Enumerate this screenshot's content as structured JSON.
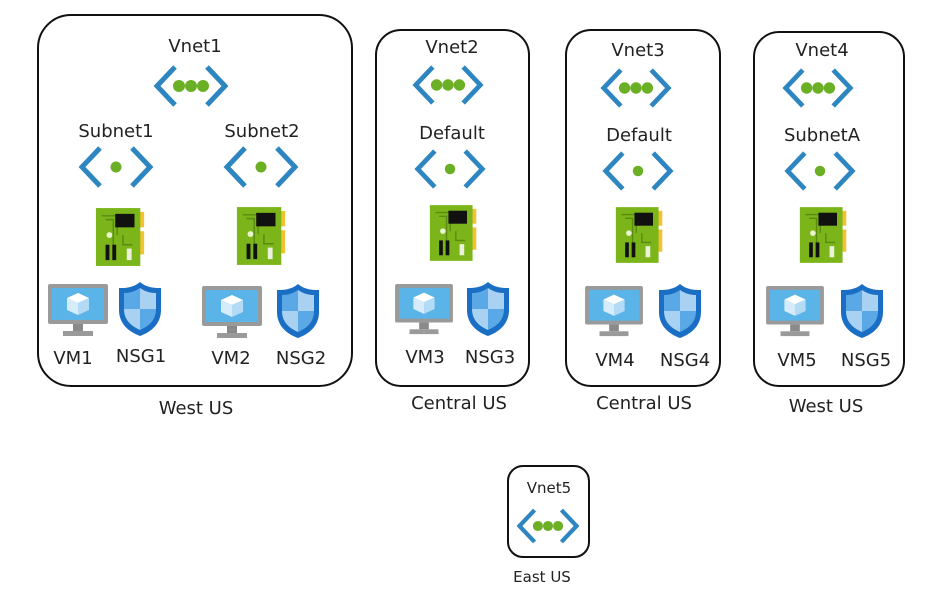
{
  "colors": {
    "bracket": "#2e86c1",
    "dot": "#6bb024",
    "nic_green": "#7bb51a",
    "nic_dark": "#5a8a10",
    "nic_gold": "#f2c230",
    "vm_screen": "#5ab4e8",
    "vm_frame": "#9a9a9a",
    "shield_dark": "#1a6fc4",
    "shield_light": "#a9d2f2"
  },
  "vnets": [
    {
      "name": "Vnet1",
      "region": "West US",
      "subnets": [
        {
          "name": "Subnet1",
          "vm": "VM1",
          "nsg": "NSG1"
        },
        {
          "name": "Subnet2",
          "vm": "VM2",
          "nsg": "NSG2"
        }
      ]
    },
    {
      "name": "Vnet2",
      "region": "Central US",
      "subnets": [
        {
          "name": "Default",
          "vm": "VM3",
          "nsg": "NSG3"
        }
      ]
    },
    {
      "name": "Vnet3",
      "region": "Central US",
      "subnets": [
        {
          "name": "Default",
          "vm": "VM4",
          "nsg": "NSG4"
        }
      ]
    },
    {
      "name": "Vnet4",
      "region": "West US",
      "subnets": [
        {
          "name": "SubnetA",
          "vm": "VM5",
          "nsg": "NSG5"
        }
      ]
    },
    {
      "name": "Vnet5",
      "region": "East US",
      "subnets": []
    }
  ],
  "icons": {
    "vnet": "virtual-network-icon",
    "subnet": "subnet-icon",
    "nic": "network-interface-icon",
    "vm": "virtual-machine-icon",
    "nsg": "network-security-group-icon"
  }
}
